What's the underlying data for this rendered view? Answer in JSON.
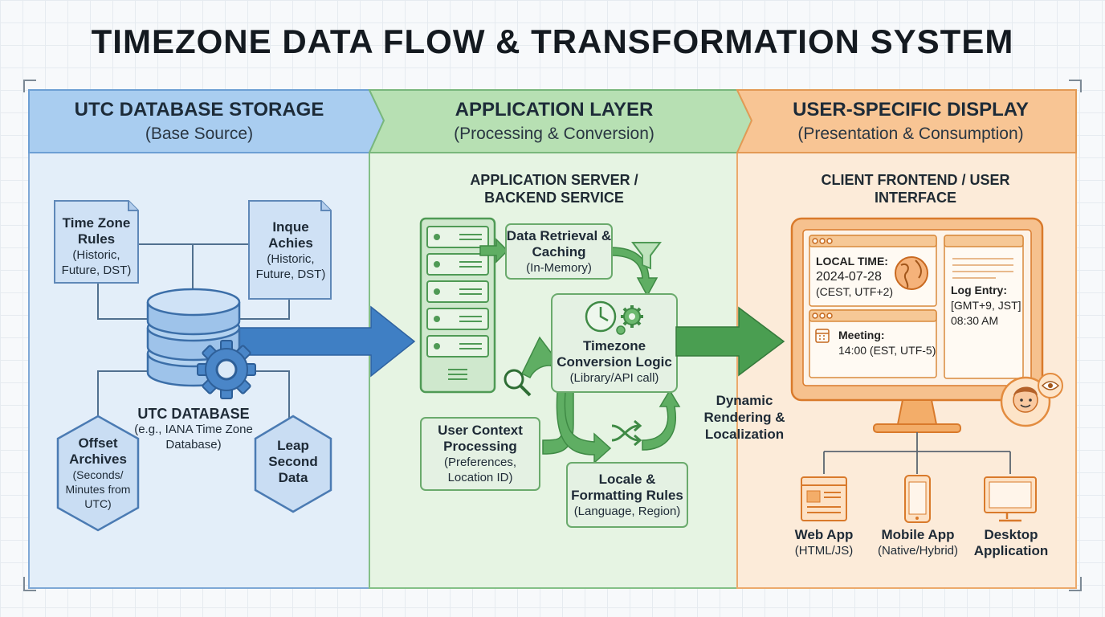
{
  "title": "TIMEZONE DATA FLOW & TRANSFORMATION SYSTEM",
  "colors": {
    "blue_panel": "#e3eef9",
    "blue_header": "#a9cdf0",
    "green_panel": "#e6f4e3",
    "green_header": "#b7e0b3",
    "orange_panel": "#fcebd9",
    "orange_header": "#f8c594",
    "blue_accent": "#3f7fc4",
    "green_accent": "#4a9e51",
    "orange_accent": "#e79246"
  },
  "sections": {
    "utc": {
      "title": "UTC DATABASE STORAGE",
      "subtitle": "(Base Source)",
      "doc_rules": {
        "title": "Time Zone Rules",
        "sub": "(Historic, Future, DST)"
      },
      "doc_archives": {
        "title": "Inque Achies",
        "sub": "(Historic, Future, DST)"
      },
      "database": {
        "title": "UTC DATABASE",
        "sub": "(e.g., IANA Time Zone Database)"
      },
      "hex_offset": {
        "title": "Offset Archives",
        "sub": "(Seconds/ Minutes from UTC)"
      },
      "hex_leap": {
        "title": "Leap Second Data"
      }
    },
    "app": {
      "title": "APPLICATION LAYER",
      "subtitle": "(Processing & Conversion)",
      "server_heading": "APPLICATION SERVER / BACKEND SERVICE",
      "retrieval": {
        "title": "Data Retrieval & Caching",
        "sub": "(In-Memory)"
      },
      "conversion": {
        "title": "Timezone Conversion Logic",
        "sub": "(Library/API call)"
      },
      "context": {
        "title": "User Context Processing",
        "sub": "(Preferences, Location ID)"
      },
      "locale": {
        "title": "Locale & Formatting Rules",
        "sub": "(Language, Region)"
      },
      "dynamic": "Dynamic Rendering & Localization"
    },
    "display": {
      "title": "USER-SPECIFIC DISPLAY",
      "subtitle": "(Presentation & Consumption)",
      "client_heading": "CLIENT FRONTEND / USER INTERFACE",
      "local_time": {
        "label": "LOCAL TIME:",
        "date": "2024-07-28",
        "zone": "(CEST, UTF+2)"
      },
      "log_entry": {
        "label": "Log Entry:",
        "zone": "[GMT+9, JST]",
        "time": "08:30 AM"
      },
      "meeting": {
        "label": "Meeting:",
        "value": "14:00 (EST, UTF-5)"
      },
      "web": {
        "title": "Web App",
        "sub": "(HTML/JS)"
      },
      "mobile": {
        "title": "Mobile App",
        "sub": "(Native/Hybrid)"
      },
      "desktop": {
        "title": "Desktop Application"
      }
    }
  },
  "icons": [
    "document-icon",
    "database-icon",
    "gear-icon",
    "hexagon-icon",
    "server-icon",
    "filter-icon",
    "clock-icon",
    "magnifier-icon",
    "shuffle-icon",
    "globe-icon",
    "calendar-icon",
    "user-avatar-icon",
    "eye-icon",
    "monitor-icon",
    "web-app-icon",
    "mobile-icon",
    "desktop-icon"
  ]
}
